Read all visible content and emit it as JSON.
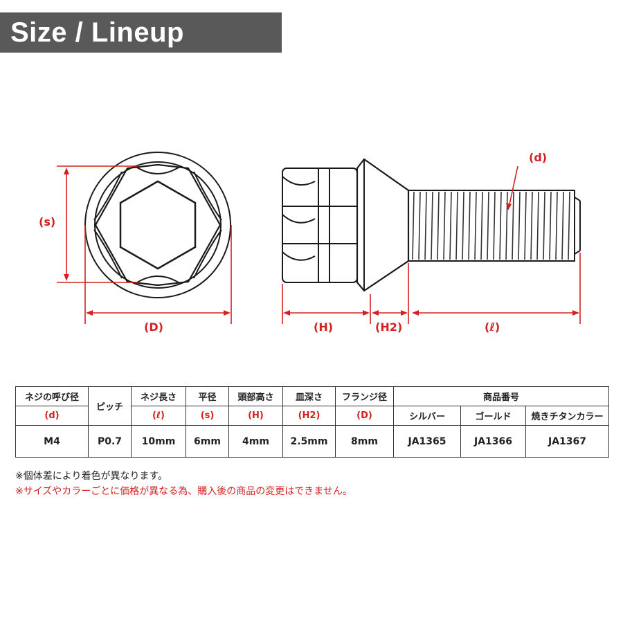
{
  "title": "Size / Lineup",
  "labels": {
    "d": "(d)",
    "s": "(s)",
    "D": "(D)",
    "H": "(H)",
    "H2": "(H2)",
    "l": "(ℓ)"
  },
  "table": {
    "headers": {
      "thread": "ネジの呼び径",
      "pitch": "ピッチ",
      "length": "ネジ長さ",
      "flat": "平径",
      "head": "頭部高さ",
      "dish": "皿深さ",
      "flange": "フランジ径",
      "product": "商品番号"
    },
    "symbols": {
      "thread": "(d)",
      "length": "(ℓ)",
      "flat": "(s)",
      "head": "(H)",
      "dish": "(H2)",
      "flange": "(D)"
    },
    "colors": {
      "silver": "シルバー",
      "gold": "ゴールド",
      "titan": "焼きチタンカラー"
    },
    "row": {
      "thread": "M4",
      "pitch": "P0.7",
      "length": "10mm",
      "flat": "6mm",
      "head": "4mm",
      "dish": "2.5mm",
      "flange": "8mm",
      "silver": "JA1365",
      "gold": "JA1366",
      "titan": "JA1367"
    }
  },
  "notes": {
    "note1": "※個体差により着色が異なります。",
    "note2": "※サイズやカラーごとに価格が異なる為、購入後の商品の変更はできません。"
  },
  "colors": {
    "accent": "#d42020",
    "title_bg": "#595959"
  }
}
